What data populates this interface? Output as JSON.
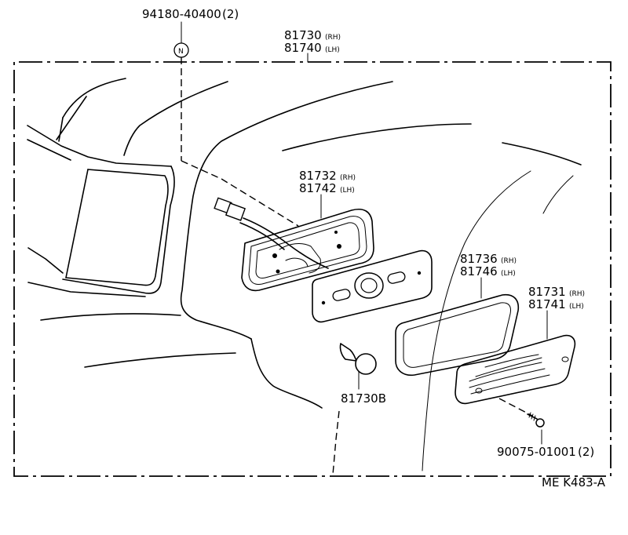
{
  "diagram": {
    "labels": {
      "nut": {
        "part": "94180-40400",
        "qty": "(2)"
      },
      "nut_symbol": "N",
      "assy": {
        "rh": "81730",
        "rh_side": "(RH)",
        "lh": "81740",
        "lh_side": "(LH)"
      },
      "housing": {
        "rh": "81732",
        "rh_side": "(RH)",
        "lh": "81742",
        "lh_side": "(LH)"
      },
      "gasket": {
        "rh": "81736",
        "rh_side": "(RH)",
        "lh": "81746",
        "lh_side": "(LH)"
      },
      "lens": {
        "rh": "81731",
        "rh_side": "(RH)",
        "lh": "81741",
        "lh_side": "(LH)"
      },
      "bulb": "81730B",
      "screw": {
        "part": "90075-01001",
        "qty": "(2)"
      },
      "ref_code": "ME K483-A"
    }
  }
}
